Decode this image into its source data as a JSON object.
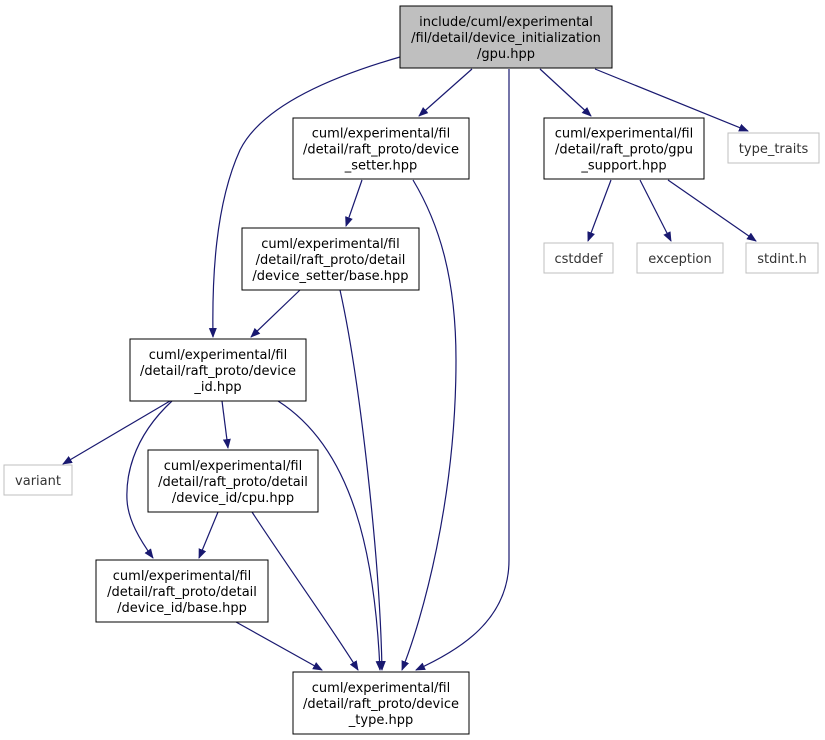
{
  "colors": {
    "edge": "#191970",
    "root_fill": "#bfbfbf",
    "node_border": "#000000",
    "system_border": "#bfbfbf",
    "background": "#ffffff"
  },
  "nodes": {
    "gpu_hpp": {
      "lines": [
        "include/cuml/experimental",
        "/fil/detail/device_initialization",
        "/gpu.hpp"
      ],
      "kind": "root"
    },
    "device_setter_hpp": {
      "lines": [
        "cuml/experimental/fil",
        "/detail/raft_proto/device",
        "_setter.hpp"
      ],
      "kind": "file"
    },
    "gpu_support_hpp": {
      "lines": [
        "cuml/experimental/fil",
        "/detail/raft_proto/gpu",
        "_support.hpp"
      ],
      "kind": "file"
    },
    "type_traits": {
      "lines": [
        "type_traits"
      ],
      "kind": "system"
    },
    "setter_base_hpp": {
      "lines": [
        "cuml/experimental/fil",
        "/detail/raft_proto/detail",
        "/device_setter/base.hpp"
      ],
      "kind": "file"
    },
    "cstddef": {
      "lines": [
        "cstddef"
      ],
      "kind": "system"
    },
    "exception": {
      "lines": [
        "exception"
      ],
      "kind": "system"
    },
    "stdint_h": {
      "lines": [
        "stdint.h"
      ],
      "kind": "system"
    },
    "device_id_hpp": {
      "lines": [
        "cuml/experimental/fil",
        "/detail/raft_proto/device",
        "_id.hpp"
      ],
      "kind": "file"
    },
    "variant": {
      "lines": [
        "variant"
      ],
      "kind": "system"
    },
    "id_cpu_hpp": {
      "lines": [
        "cuml/experimental/fil",
        "/detail/raft_proto/detail",
        "/device_id/cpu.hpp"
      ],
      "kind": "file"
    },
    "id_base_hpp": {
      "lines": [
        "cuml/experimental/fil",
        "/detail/raft_proto/detail",
        "/device_id/base.hpp"
      ],
      "kind": "file"
    },
    "device_type_hpp": {
      "lines": [
        "cuml/experimental/fil",
        "/detail/raft_proto/device",
        "_type.hpp"
      ],
      "kind": "file"
    }
  },
  "edges": [
    [
      "gpu_hpp",
      "device_setter_hpp"
    ],
    [
      "gpu_hpp",
      "gpu_support_hpp"
    ],
    [
      "gpu_hpp",
      "type_traits"
    ],
    [
      "gpu_hpp",
      "device_id_hpp"
    ],
    [
      "gpu_hpp",
      "device_type_hpp"
    ],
    [
      "device_setter_hpp",
      "setter_base_hpp"
    ],
    [
      "device_setter_hpp",
      "device_type_hpp"
    ],
    [
      "gpu_support_hpp",
      "cstddef"
    ],
    [
      "gpu_support_hpp",
      "exception"
    ],
    [
      "gpu_support_hpp",
      "stdint_h"
    ],
    [
      "setter_base_hpp",
      "device_id_hpp"
    ],
    [
      "setter_base_hpp",
      "device_type_hpp"
    ],
    [
      "device_id_hpp",
      "variant"
    ],
    [
      "device_id_hpp",
      "id_cpu_hpp"
    ],
    [
      "device_id_hpp",
      "id_base_hpp"
    ],
    [
      "device_id_hpp",
      "device_type_hpp"
    ],
    [
      "id_cpu_hpp",
      "id_base_hpp"
    ],
    [
      "id_cpu_hpp",
      "device_type_hpp"
    ],
    [
      "id_base_hpp",
      "device_type_hpp"
    ]
  ]
}
